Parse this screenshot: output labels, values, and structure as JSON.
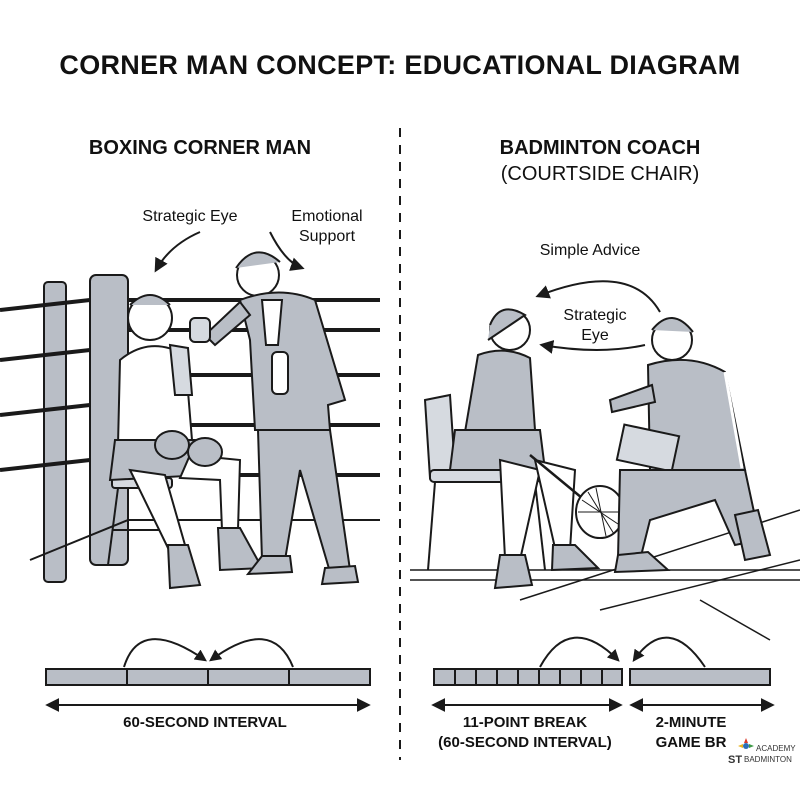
{
  "title": "CORNER MAN CONCEPT: EDUCATIONAL DIAGRAM",
  "left_panel": {
    "heading": "BOXING CORNER MAN",
    "labels": {
      "strategic_eye": "Strategic Eye",
      "emotional_support_line1": "Emotional",
      "emotional_support_line2": "Support"
    },
    "caption": "60-SECOND INTERVAL"
  },
  "right_panel": {
    "heading_line1": "BADMINTON COACH",
    "heading_line2": "(COURTSIDE CHAIR)",
    "labels": {
      "simple_advice": "Simple Advice",
      "strategic_eye_line1": "Strategic",
      "strategic_eye_line2": "Eye"
    },
    "caption_1_line1": "11-POINT BREAK",
    "caption_1_line2": "(60-SECOND INTERVAL)",
    "caption_2_line1": "2-MINUTE",
    "caption_2_line2": "GAME BR"
  },
  "logo": {
    "line1": "ACADEMY",
    "line2": "BADMINTON",
    "mark": "ST"
  },
  "colors": {
    "ink": "#1a1a1a",
    "fill_gray": "#b9bec6",
    "light_gray": "#d6dae0",
    "accent_red": "#d93a2b",
    "accent_blue": "#2c6fb7",
    "accent_green": "#3e9b48",
    "accent_yellow": "#e8b21f"
  }
}
